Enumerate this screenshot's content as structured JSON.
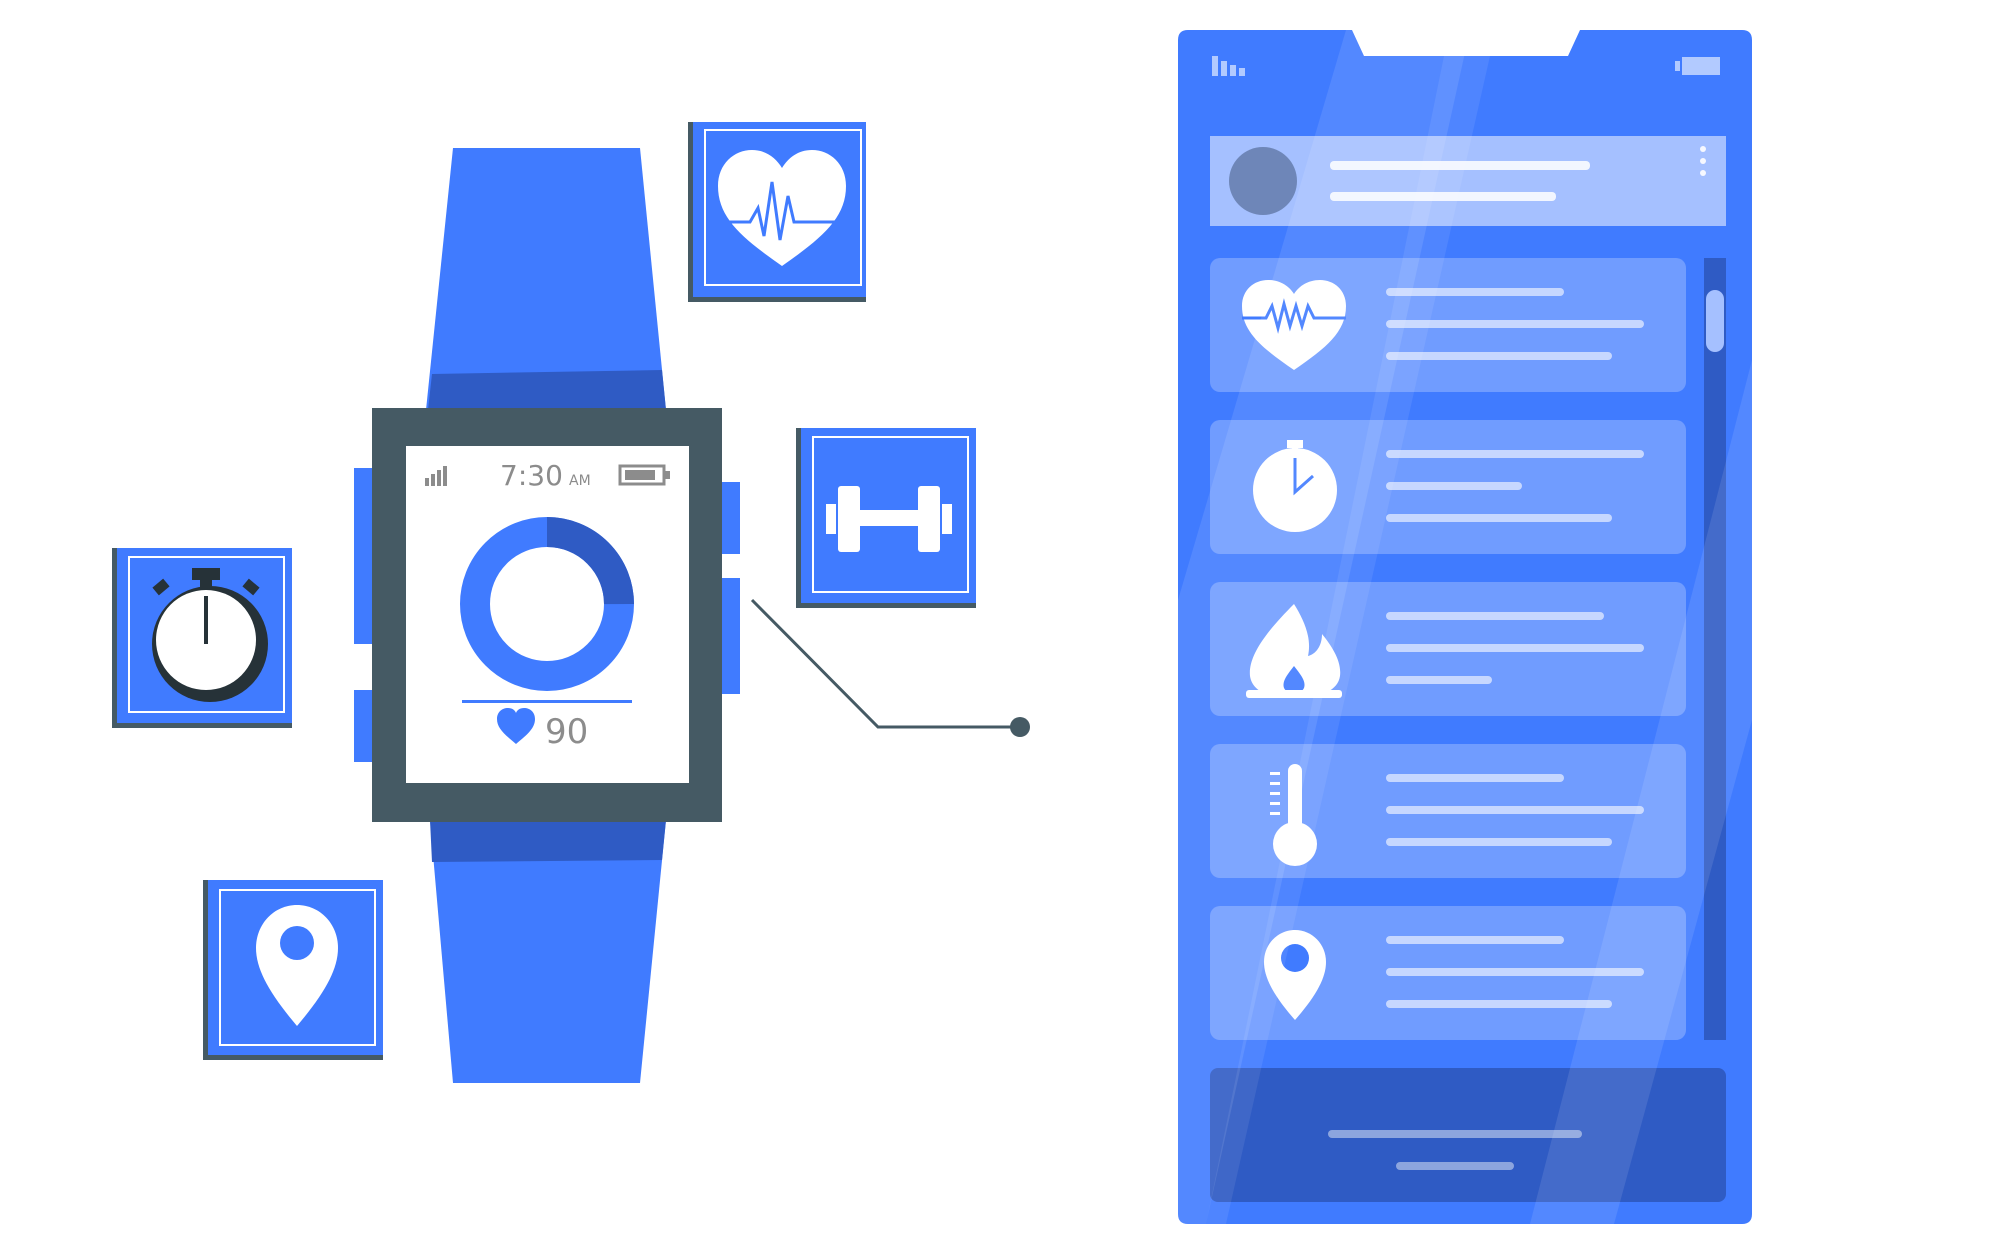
{
  "colors": {
    "accent": "#407bff",
    "accent_dark": "#2f5bc4",
    "bezel": "#455a64",
    "white": "#ffffff",
    "grey_text": "#8c8c8c"
  },
  "watch": {
    "time": "7:30",
    "ampm": "AM",
    "heart_rate": "90",
    "activity_ring_progress": 0.25,
    "icons": [
      "signal-icon",
      "battery-icon",
      "heart-icon"
    ]
  },
  "floating_tiles": [
    {
      "icon": "heart-pulse-icon"
    },
    {
      "icon": "dumbbell-icon"
    },
    {
      "icon": "stopwatch-icon"
    },
    {
      "icon": "location-pin-icon"
    }
  ],
  "phone": {
    "status_icons": [
      "signal-icon",
      "battery-icon"
    ],
    "header": {
      "icon": "avatar"
    },
    "list_items": [
      {
        "icon": "heart-pulse-icon"
      },
      {
        "icon": "stopwatch-icon"
      },
      {
        "icon": "flame-icon"
      },
      {
        "icon": "thermometer-icon"
      },
      {
        "icon": "location-pin-icon"
      }
    ],
    "scroll_position": 0.0
  }
}
